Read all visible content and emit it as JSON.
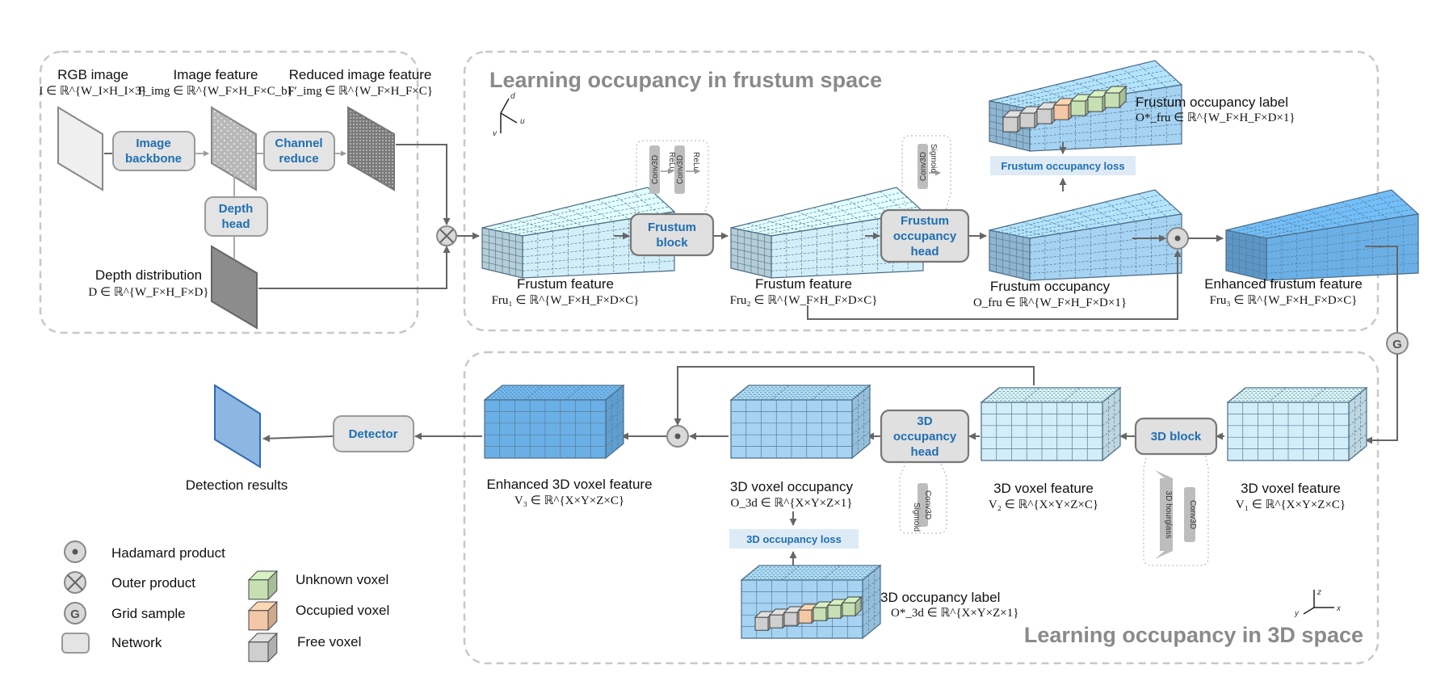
{
  "diagram": {
    "top_section_title": "Learning occupancy in frustum space",
    "bottom_section_title": "Learning occupancy in 3D space",
    "image_branch": {
      "rgb_image": {
        "label": "RGB image",
        "math": "I ∈ ℝ^{W_I×H_I×3}"
      },
      "image_feature": {
        "label": "Image feature",
        "math": "F_img ∈ ℝ^{W_F×H_F×C_b}"
      },
      "reduced_feature": {
        "label": "Reduced image feature",
        "math": "F′_img ∈ ℝ^{W_F×H_F×C}"
      },
      "depth_distribution": {
        "label": "Depth distribution",
        "math": "D ∈ ℝ^{W_F×H_F×D}"
      },
      "image_backbone": [
        "Image",
        "backbone"
      ],
      "channel_reduce": [
        "Channel",
        "reduce"
      ],
      "depth_head": [
        "Depth",
        "head"
      ]
    },
    "frustum_branch": {
      "fru1": {
        "label": "Frustum feature",
        "math": "Fru₁ ∈ ℝ^{W_F×H_F×D×C}"
      },
      "fru2": {
        "label": "Frustum feature",
        "math": "Fru₂ ∈ ℝ^{W_F×H_F×D×C}"
      },
      "ofru": {
        "label": "Frustum occupancy",
        "math": "O_fru ∈ ℝ^{W_F×H_F×D×1}"
      },
      "fru3": {
        "label": "Enhanced frustum feature",
        "math": "Fru₃ ∈ ℝ^{W_F×H_F×D×C}"
      },
      "label_fru": {
        "label": "Frustum occupancy label",
        "math": "O*_fru ∈ ℝ^{W_F×H_F×D×1}"
      },
      "frustum_block": [
        "Frustum",
        "block"
      ],
      "frustum_occ_head": [
        "Frustum",
        "occupancy",
        "head"
      ],
      "frustum_loss": "Frustum occupancy loss",
      "block_detail": [
        "Conv3D",
        "ReLu",
        "Conv3D",
        "ReLu"
      ],
      "head_detail": [
        "Conv3D",
        "Sigmoid"
      ]
    },
    "voxel_branch": {
      "v1": {
        "label": "3D voxel feature",
        "math": "V₁ ∈ ℝ^{X×Y×Z×C}"
      },
      "v2": {
        "label": "3D voxel feature",
        "math": "V₂ ∈ ℝ^{X×Y×Z×C}"
      },
      "o3d": {
        "label": "3D voxel occupancy",
        "math": "O_3d ∈ ℝ^{X×Y×Z×1}"
      },
      "v3": {
        "label": "Enhanced 3D voxel feature",
        "math": "V₃ ∈ ℝ^{X×Y×Z×C}"
      },
      "label_3d": {
        "label": "3D occupancy label",
        "math": "O*_3d ∈ ℝ^{X×Y×Z×1}"
      },
      "block_3d": "3D block",
      "occ_head_3d": [
        "3D",
        "occupancy",
        "head"
      ],
      "loss_3d": "3D occupancy loss",
      "detector": "Detector",
      "detection_results": "Detection results",
      "block_detail": [
        "3D hourglass",
        "Conv3D"
      ],
      "head_detail": [
        "Conv3D",
        "Sigmoid"
      ]
    },
    "axes": {
      "frustum": [
        "d",
        "u",
        "v"
      ],
      "space": [
        "z",
        "y",
        "x"
      ]
    },
    "grid_sample_symbol": "G",
    "legend": [
      {
        "symbol": "hadamard",
        "label": "Hadamard product"
      },
      {
        "symbol": "outer",
        "label": "Outer product"
      },
      {
        "symbol": "grid",
        "label": "Grid sample"
      },
      {
        "symbol": "network",
        "label": "Network"
      },
      {
        "symbol": "unknown",
        "label": "Unknown voxel"
      },
      {
        "symbol": "occupied",
        "label": "Occupied voxel"
      },
      {
        "symbol": "free",
        "label": "Free voxel"
      }
    ],
    "colors": {
      "accent_text": "#1f6fb2",
      "unknown_voxel": "#c6e0b4",
      "occupied_voxel": "#f4c7a6",
      "free_voxel": "#cfcfcf",
      "light_volume": "#d2eef8",
      "medium_volume": "#a6d3f2",
      "dark_volume": "#6ab0e6"
    }
  }
}
